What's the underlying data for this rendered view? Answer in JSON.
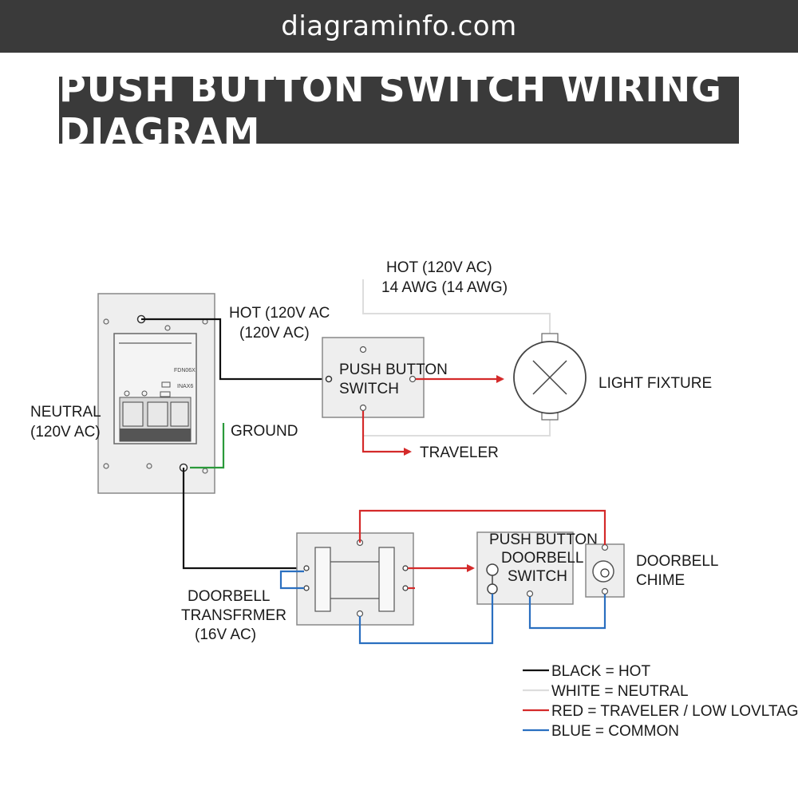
{
  "header": {
    "site": "diagraminfo.com",
    "title": "PUSH BUTTON SWITCH WIRING DIAGRAM"
  },
  "labels": {
    "hot_top_1": "HOT (120V AC)",
    "hot_top_2": "14 AWG (14 AWG)",
    "hot_panel_1": "HOT (120V AC",
    "hot_panel_2": "(120V AC)",
    "neutral_1": "NEUTRAL",
    "neutral_2": "(120V AC)",
    "ground": "GROUND",
    "push_switch_1": "PUSH BUTTON",
    "push_switch_2": "SWITCH",
    "light_fixture": "LIGHT FIXTURE",
    "traveler": "TRAVELER",
    "transformer_1": "DOORBELL",
    "transformer_2": "TRANSFRMER",
    "transformer_3": "(16V AC)",
    "doorbell_switch_1": "PUSH BUTTON",
    "doorbell_switch_2": "DOORBELL",
    "doorbell_switch_3": "SWITCH",
    "chime_1": "DOORBELL",
    "chime_2": "CHIME",
    "panel_tag_1": "FDN06X",
    "panel_tag_2": "INAX6"
  },
  "legend": [
    {
      "color": "#111111",
      "text": "BLACK = HOT"
    },
    {
      "color": "#dddddd",
      "text": "WHITE = NEUTRAL"
    },
    {
      "color": "#d42a2a",
      "text": "RED = TRAVELER / LOW LOVLTAGE HOT"
    },
    {
      "color": "#2a6fc0",
      "text": "BLUE = COMMON"
    }
  ],
  "colors": {
    "hot": "#111111",
    "neutral": "#dddddd",
    "traveler": "#d42a2a",
    "common": "#2a6fc0",
    "ground": "#2a9a3a"
  }
}
